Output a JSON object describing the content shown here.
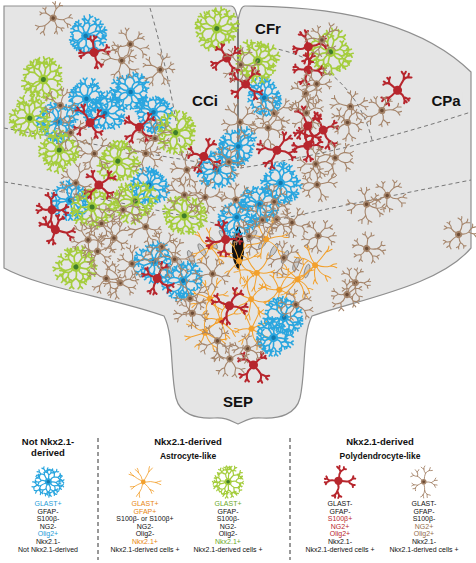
{
  "diagram": {
    "labels": [
      "CFr",
      "CCi",
      "CPa",
      "SEP",
      "Not Nkx2.1-derived",
      "Nkx2.1-derived",
      "Astrocyte-like",
      "Nkx2.1-derived",
      "Polydendrocyte-like",
      "GLAST+",
      "GFAP-",
      "S100β-",
      "NG2-",
      "Olig2+",
      "Nkx2.1-",
      "Not Nkx2.1-derived",
      "GLAST+",
      "GFAP+",
      "S100β- or S100β+",
      "NG2-",
      "Olig2-",
      "Nkx2.1+",
      "Nkx2.1-derived cells +",
      "GLAST+",
      "GFAP-",
      "S100β-",
      "NG2-",
      "Olig2-",
      "Nkx2.1+",
      "Nkx2.1-derived cells +",
      "GLAST-",
      "GFAP-",
      "S100β+",
      "NG2+",
      "Olig2+",
      "Nkx2.1-",
      "Nkx2.1-derived cells +",
      "GLAST-",
      "GFAP-",
      "S100β-",
      "NG2+",
      "Olig2+",
      "Nkx2.1-",
      "Nkx2.1-derived cells +"
    ]
  }
}
